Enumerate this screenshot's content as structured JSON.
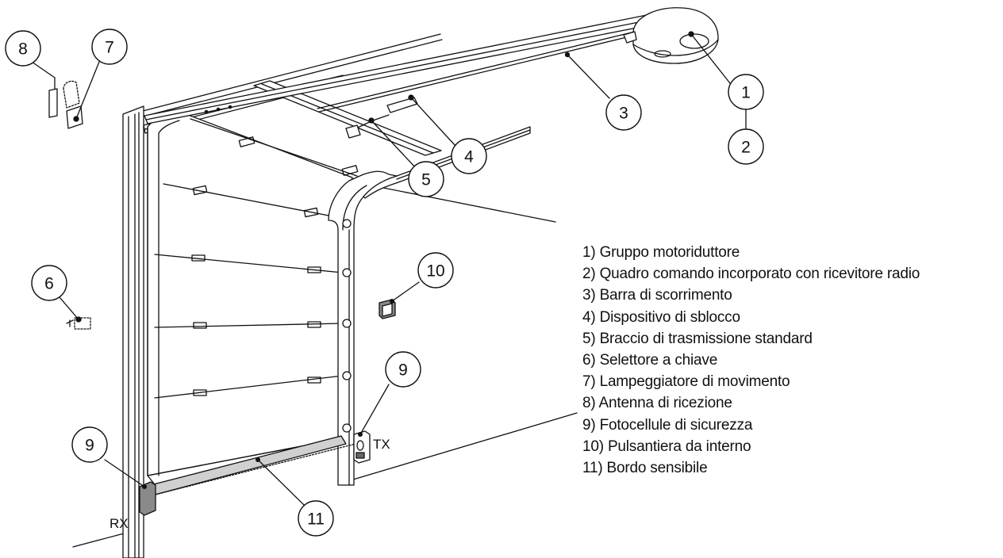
{
  "callouts": {
    "c1": "1",
    "c2": "2",
    "c3": "3",
    "c4": "4",
    "c5": "5",
    "c6": "6",
    "c7": "7",
    "c8": "8",
    "c9a": "9",
    "c9b": "9",
    "c10": "10",
    "c11": "11"
  },
  "labels": {
    "rx": "RX",
    "tx": "TX"
  },
  "legend": [
    "1) Gruppo motoriduttore",
    "2) Quadro comando incorporato con ricevitore radio",
    "3) Barra di scorrimento",
    "4) Dispositivo di sblocco",
    "5) Braccio di trasmissione standard",
    "6) Selettore a chiave",
    "7) Lampeggiatore di movimento",
    "8) Antenna di ricezione",
    "9) Fotocellule di sicurezza",
    "10) Pulsantiera da interno",
    "11) Bordo sensibile"
  ]
}
